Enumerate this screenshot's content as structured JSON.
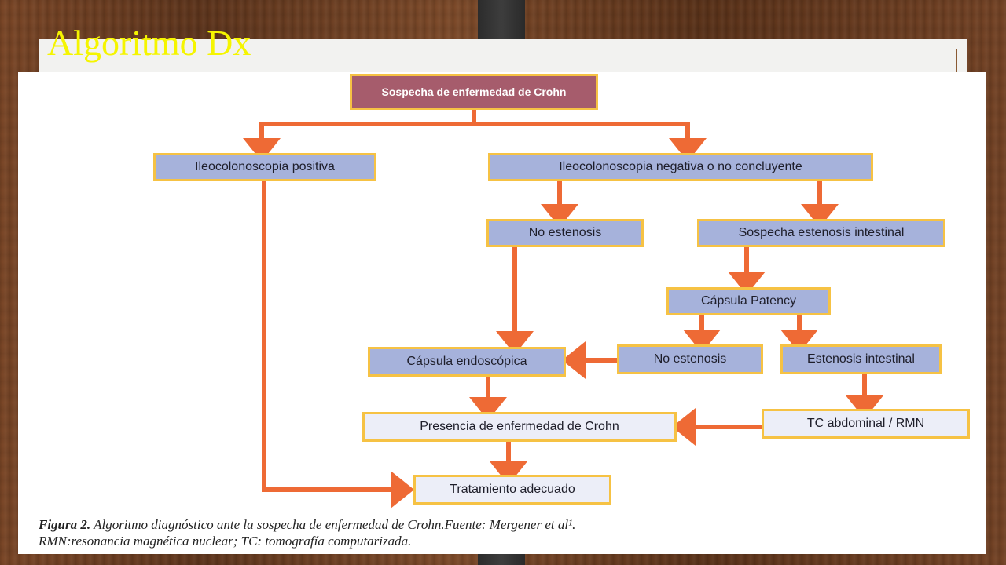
{
  "slide": {
    "title": "Algoritmo Dx"
  },
  "diagram": {
    "nodes": {
      "root": "Sospecha de enfermedad de Crohn",
      "ileo_pos": "Ileocolonoscopia positiva",
      "ileo_neg": "Ileocolonoscopia negativa o no concluyente",
      "no_est_1": "No estenosis",
      "sosp_est": "Sospecha estenosis intestinal",
      "capsula_patency": "Cápsula Patency",
      "capsula_endo": "Cápsula endoscópica",
      "no_est_2": "No estenosis",
      "est_int": "Estenosis intestinal",
      "presencia": "Presencia de enfermedad de Crohn",
      "tc_rmn": "TC abdominal / RMN",
      "tratamiento": "Tratamiento adecuado"
    },
    "edges": [
      [
        "root",
        "ileo_pos"
      ],
      [
        "root",
        "ileo_neg"
      ],
      [
        "ileo_neg",
        "no_est_1"
      ],
      [
        "ileo_neg",
        "sosp_est"
      ],
      [
        "sosp_est",
        "capsula_patency"
      ],
      [
        "capsula_patency",
        "no_est_2"
      ],
      [
        "capsula_patency",
        "est_int"
      ],
      [
        "no_est_1",
        "capsula_endo"
      ],
      [
        "no_est_2",
        "capsula_endo"
      ],
      [
        "capsula_endo",
        "presencia"
      ],
      [
        "est_int",
        "tc_rmn"
      ],
      [
        "tc_rmn",
        "presencia"
      ],
      [
        "presencia",
        "tratamiento"
      ],
      [
        "ileo_pos",
        "tratamiento"
      ]
    ],
    "colors": {
      "arrow": "#ee6a35",
      "border": "#f6c244",
      "node_fill": "#a6b2db",
      "node_fill_light": "#eceef8",
      "root_fill": "#a65c6c"
    },
    "caption": {
      "label": "Figura 2.",
      "line1": " Algoritmo diagnóstico ante la sospecha de enfermedad de Crohn.Fuente: Mergener et al¹.",
      "line2": "RMN:resonancia magnética nuclear; TC: tomografía computarizada."
    }
  }
}
